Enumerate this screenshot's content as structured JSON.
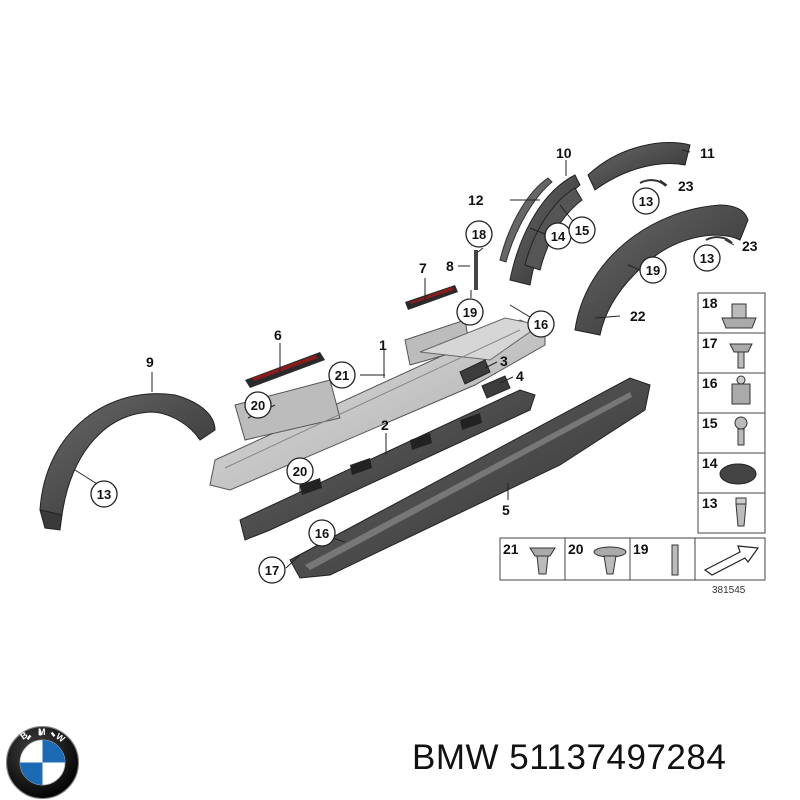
{
  "callouts": {
    "c1": "1",
    "c2": "2",
    "c3": "3",
    "c4": "4",
    "c5": "5",
    "c6": "6",
    "c7": "7",
    "c8": "8",
    "c9": "9",
    "c10": "10",
    "c11": "11",
    "c12": "12",
    "c22": "22",
    "c23a": "23",
    "c23b": "23"
  },
  "circled": {
    "c13a": "13",
    "c13b": "13",
    "c13c": "13",
    "c14": "14",
    "c15": "15",
    "c16a": "16",
    "c16b": "16",
    "c17": "17",
    "c18": "18",
    "c19a": "19",
    "c19b": "19",
    "c20a": "20",
    "c20b": "20",
    "c21": "21"
  },
  "legend": {
    "l18": "18",
    "l17": "17",
    "l16": "16",
    "l15": "15",
    "l14": "14",
    "l13": "13",
    "l21": "21",
    "l20": "20",
    "l19": "19"
  },
  "drawing_number": "381545",
  "brand": "BMW",
  "part_number": "BMW 51137497284",
  "colors": {
    "part": "#4a4a4a",
    "trim": "#c9c9c9",
    "accent": "#8a1c1c",
    "logo_blue": "#1c69b4"
  }
}
